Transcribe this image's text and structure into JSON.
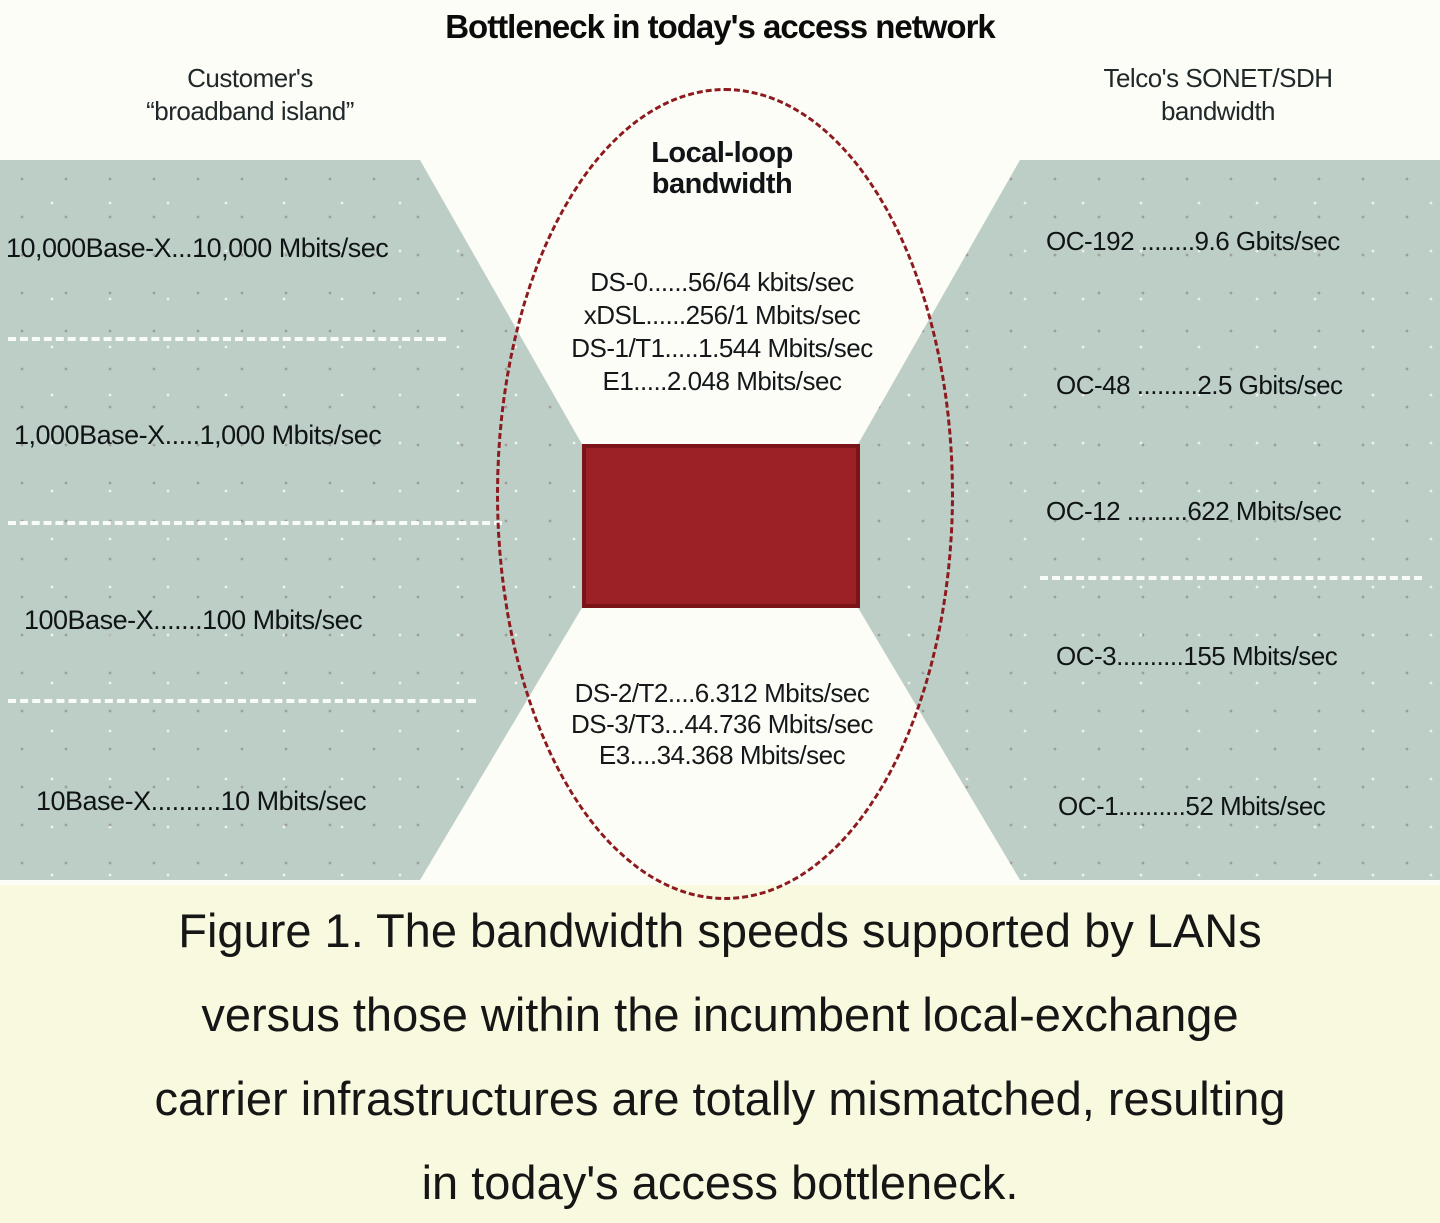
{
  "title": "Bottleneck in today's access network",
  "left_panel": {
    "header_line1": "Customer's",
    "header_line2": "“broadband island”",
    "items": [
      "10,000Base-X...10,000 Mbits/sec",
      "1,000Base-X.....1,000 Mbits/sec",
      "100Base-X.......100 Mbits/sec",
      "10Base-X..........10 Mbits/sec"
    ]
  },
  "right_panel": {
    "header_line1": "Telco's SONET/SDH",
    "header_line2": "bandwidth",
    "items": [
      "OC-192 ........9.6 Gbits/sec",
      "OC-48 .........2.5 Gbits/sec",
      "OC-12 .........622 Mbits/sec",
      "OC-3..........155 Mbits/sec",
      "OC-1..........52 Mbits/sec"
    ]
  },
  "center": {
    "header_line1": "Local-loop",
    "header_line2": "bandwidth",
    "upper_items": [
      "DS-0......56/64 kbits/sec",
      "xDSL......256/1 Mbits/sec",
      "DS-1/T1.....1.544 Mbits/sec",
      "E1.....2.048 Mbits/sec"
    ],
    "lower_items": [
      "DS-2/T2....6.312 Mbits/sec",
      "DS-3/T3...44.736 Mbits/sec",
      "E3....34.368 Mbits/sec"
    ]
  },
  "caption": {
    "lines": [
      "Figure 1. The bandwidth speeds supported by LANs",
      "versus those within the incumbent local-exchange",
      "carrier infrastructures are totally mismatched, resulting",
      "in today's access bottleneck."
    ]
  },
  "colors": {
    "panel_sage": "#bccec5",
    "bottleneck_fill": "#9b2127",
    "bottleneck_border": "#7a1418",
    "ellipse_dash": "#8c1a1e",
    "caption_background": "#f9f9df",
    "diagram_background": "#fcfdf6",
    "text": "#101416"
  }
}
